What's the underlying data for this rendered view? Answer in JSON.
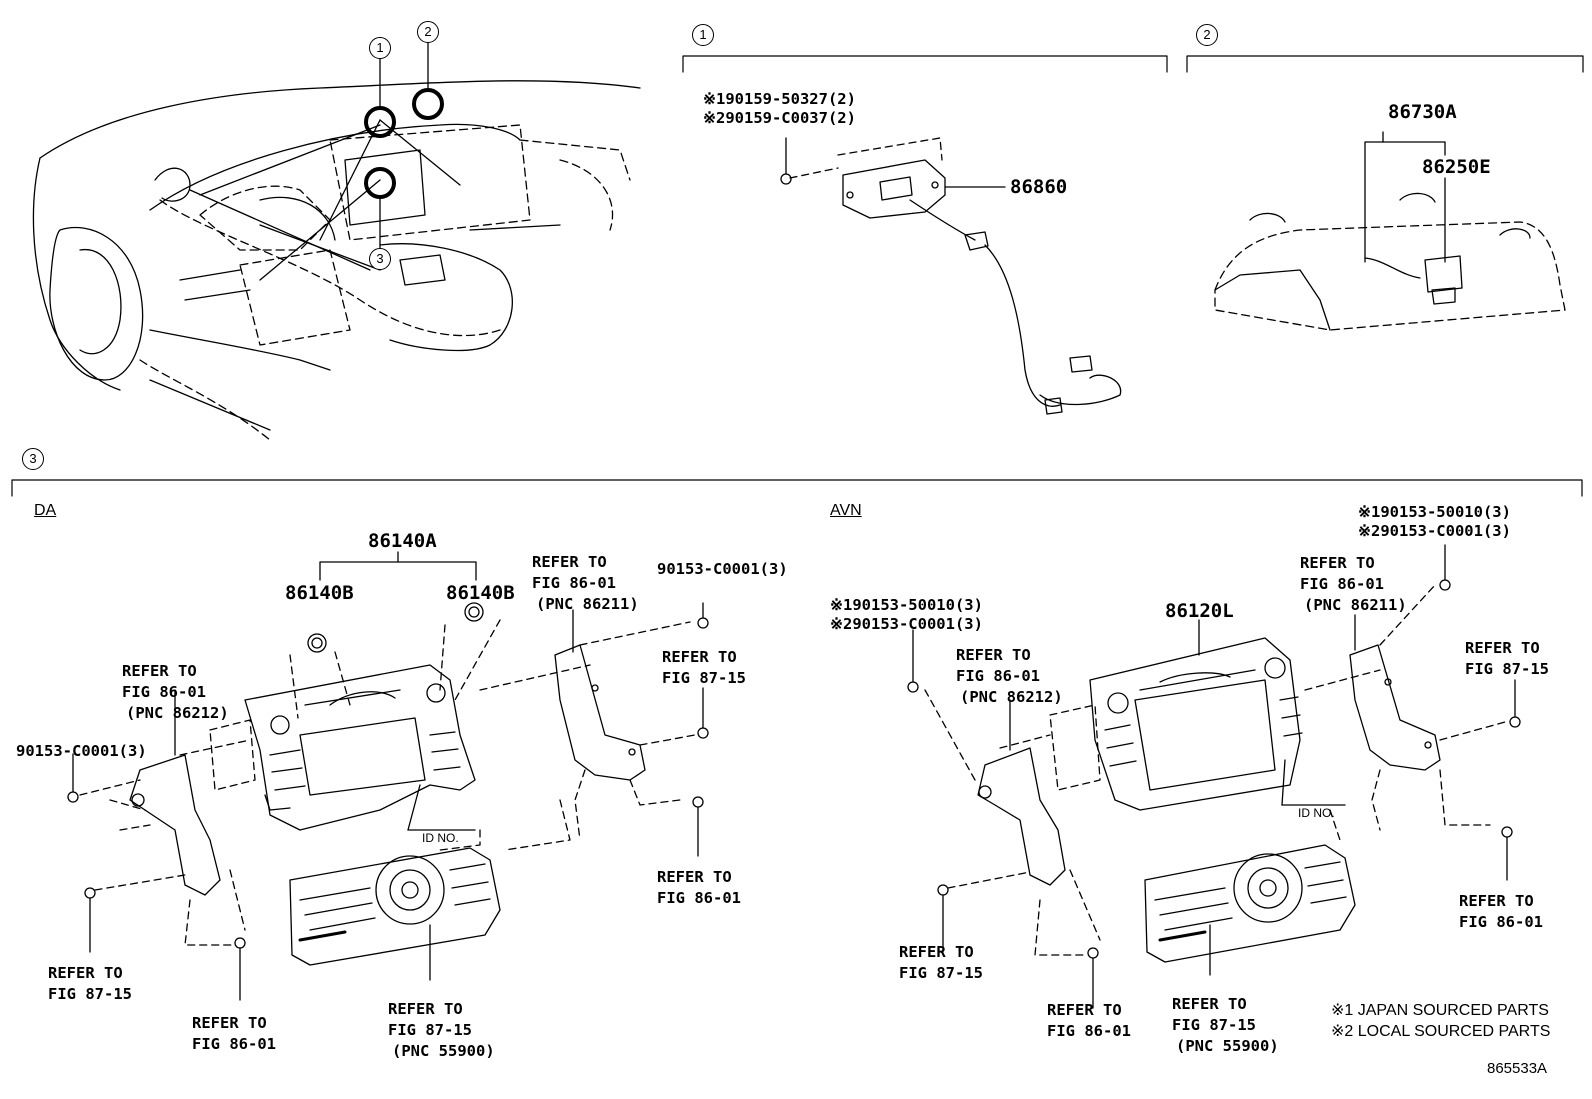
{
  "callouts": {
    "c1": "1",
    "c2": "2",
    "c3": "3"
  },
  "section1": {
    "note1": "※190159-50327(2)",
    "note2": "※290159-C0037(2)",
    "part": "86860"
  },
  "section2": {
    "part_a": "86730A",
    "part_e": "86250E"
  },
  "section3": {
    "da": {
      "title": "DA",
      "part_a": "86140A",
      "part_b1": "86140B",
      "part_b2": "86140B",
      "refer_86211": [
        "REFER TO",
        "FIG 86-01",
        "(PNC 86211)"
      ],
      "screw_right": "90153-C0001(3)",
      "refer_8715_right": [
        "REFER TO",
        "FIG 87-15"
      ],
      "refer_86212": [
        "REFER TO",
        "FIG 86-01",
        "(PNC 86212)"
      ],
      "screw_left": "90153-C0001(3)",
      "id_no": "ID NO.",
      "refer_8601_right": [
        "REFER TO",
        "FIG 86-01"
      ],
      "refer_8715_left": [
        "REFER TO",
        "FIG 87-15"
      ],
      "refer_8601_bottom": [
        "REFER TO",
        "FIG 86-01"
      ],
      "refer_55900": [
        "REFER TO",
        "FIG 87-15",
        "(PNC 55900)"
      ]
    },
    "avn": {
      "title": "AVN",
      "note_top1": "※190153-50010(3)",
      "note_top2": "※290153-C0001(3)",
      "refer_86211": [
        "REFER TO",
        "FIG 86-01",
        "(PNC 86211)"
      ],
      "part": "86120L",
      "note_left1": "※190153-50010(3)",
      "note_left2": "※290153-C0001(3)",
      "refer_86212": [
        "REFER TO",
        "FIG 86-01",
        "(PNC 86212)"
      ],
      "refer_8715_right": [
        "REFER TO",
        "FIG 87-15"
      ],
      "id_no": "ID NO.",
      "refer_8601_right": [
        "REFER TO",
        "FIG 86-01"
      ],
      "refer_8715_left": [
        "REFER TO",
        "FIG 87-15"
      ],
      "refer_8601_bottom": [
        "REFER TO",
        "FIG 86-01"
      ],
      "refer_55900": [
        "REFER TO",
        "FIG 87-15",
        "(PNC 55900)"
      ]
    }
  },
  "legend": {
    "line1": "※1 JAPAN SOURCED PARTS",
    "line2": "※2 LOCAL SOURCED PARTS"
  },
  "figure_id": "865533A"
}
